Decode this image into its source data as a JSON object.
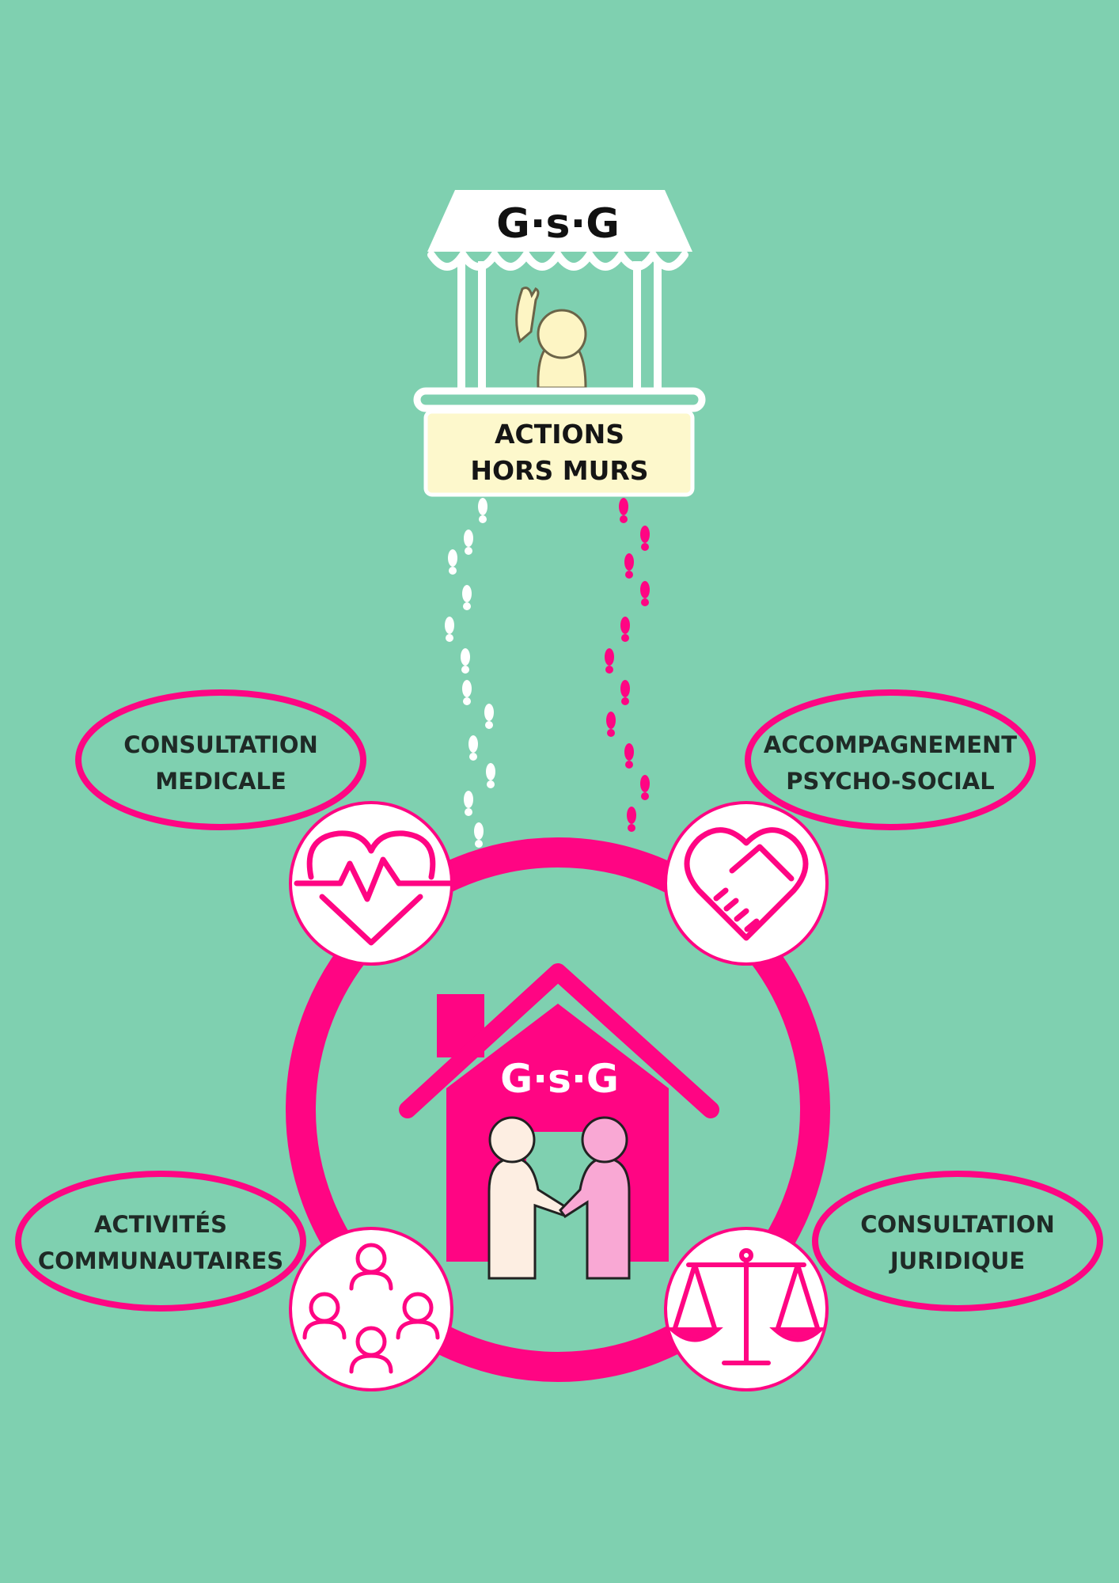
{
  "stand": {
    "logo": "G·s·G",
    "title_line1": "ACTIONS",
    "title_line2": "HORS MURS"
  },
  "house": {
    "logo": "G·s·G"
  },
  "services": [
    {
      "line1": "CONSULTATION",
      "line2": "MEDICALE",
      "icon": "heart-pulse-icon"
    },
    {
      "line1": "ACCOMPAGNEMENT",
      "line2": "PSYCHO-SOCIAL",
      "icon": "heart-handshake-icon"
    },
    {
      "line1": "ACTIVITÉS",
      "line2": "COMMUNAUTAIRES",
      "icon": "community-group-icon"
    },
    {
      "line1": "CONSULTATION",
      "line2": "JURIDIQUE",
      "icon": "scales-icon"
    }
  ],
  "colors": {
    "background": "#7fd0b0",
    "accent": "#ff0583",
    "sign": "#fdf8cc"
  }
}
